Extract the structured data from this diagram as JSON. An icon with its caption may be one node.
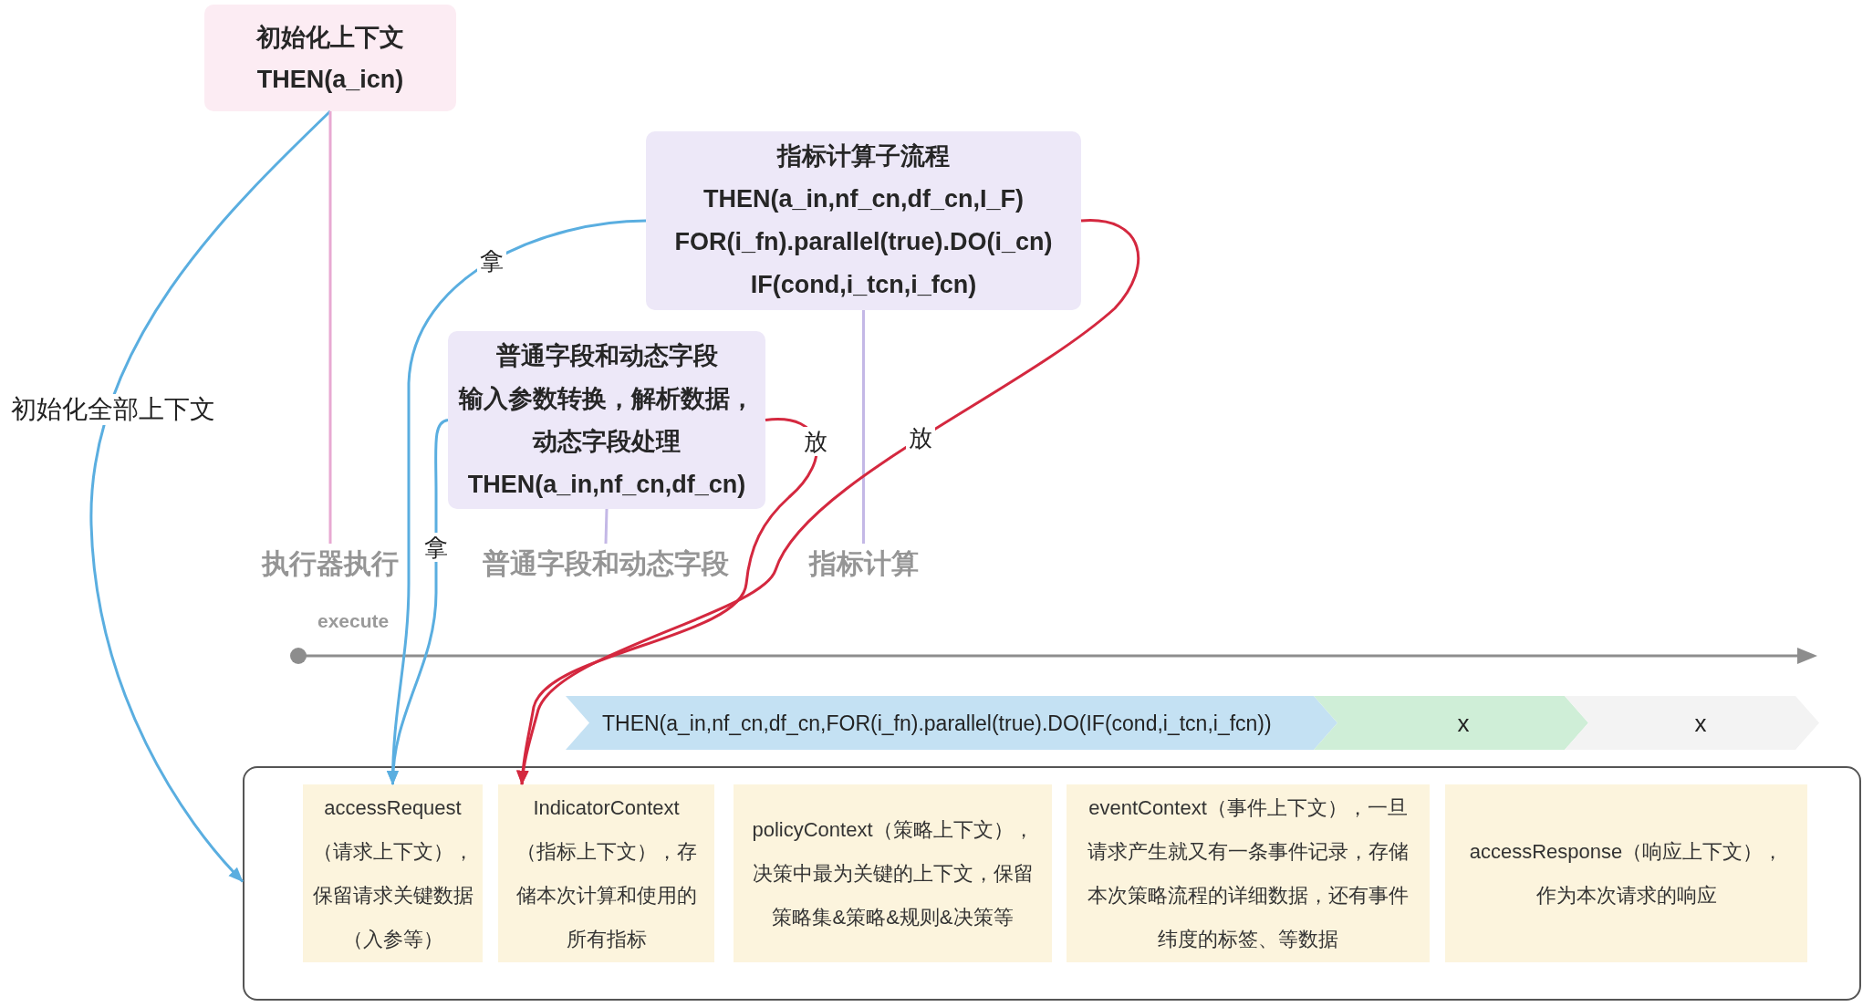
{
  "diagram": {
    "nodes": [
      {
        "text": [
          "初始化上下文",
          "THEN(a_icn)"
        ]
      },
      {
        "text": [
          "指标计算子流程",
          "THEN(a_in,nf_cn,df_cn,I_F)",
          "FOR(i_fn).parallel(true).DO(i_cn)",
          "IF(cond,i_tcn,i_fcn)"
        ]
      },
      {
        "text": [
          "普通字段和动态字段",
          "输入参数转换，解析数据，动态字段处理",
          "THEN(a_in,nf_cn,df_cn)"
        ]
      },
      {
        "text": [
          "执行器执行"
        ]
      },
      {
        "text": [
          "普通字段和动态字段"
        ]
      },
      {
        "text": [
          "指标计算"
        ]
      },
      {
        "text": [
          "THEN(a_in,nf_cn,df_cn,FOR(i_fn).parallel(true).DO(IF(cond,i_tcn,i_fcn))"
        ]
      },
      {
        "text": [
          "x"
        ]
      },
      {
        "text": [
          "x"
        ]
      },
      {
        "text": [],
        "shape": "box"
      },
      {
        "text": [
          "accessRequest（请求上下文），保留请求关键数据（入参等）"
        ],
        "in": 9
      },
      {
        "text": [
          "IndicatorContext（指标上下文），存储本次计算和使用的所有指标"
        ],
        "in": 9
      },
      {
        "text": [
          "policyContext（策略上下文），决策中最为关键的上下文，保留策略集&策略&规则&决策等"
        ],
        "in": 9
      },
      {
        "text": [
          "eventContext（事件上下文），一旦请求产生就又有一条事件记录，存储本次策略流程的详细数据，还有事件纬度的标签、等数据"
        ],
        "in": 9
      },
      {
        "text": [
          "accessResponse（响应上下文），作为本次请求的响应"
        ],
        "in": 9
      }
    ],
    "edges": [
      {
        "from": 0,
        "to": 9,
        "arrow": "to",
        "label": "初始化全部上下文",
        "color": "#5aaee0"
      },
      {
        "from": 0,
        "to": 3,
        "arrow": "none",
        "color": "#e8a9d2"
      },
      {
        "from": 1,
        "to": 5,
        "arrow": "none",
        "color": "#c4b8e6"
      },
      {
        "from": 2,
        "to": 4,
        "arrow": "none",
        "color": "#c4b8e6"
      },
      {
        "from": 2,
        "to": 10,
        "arrow": "to",
        "label": "拿",
        "color": "#5aaee0"
      },
      {
        "from": 1,
        "to": 10,
        "arrow": "to",
        "label": "拿",
        "color": "#5aaee0"
      },
      {
        "from": 2,
        "to": 11,
        "arrow": "to",
        "label": "放",
        "color": "#d4283f"
      },
      {
        "from": 1,
        "to": 11,
        "arrow": "to",
        "label": "放",
        "color": "#d4283f"
      }
    ],
    "labels": [
      "execute"
    ]
  }
}
